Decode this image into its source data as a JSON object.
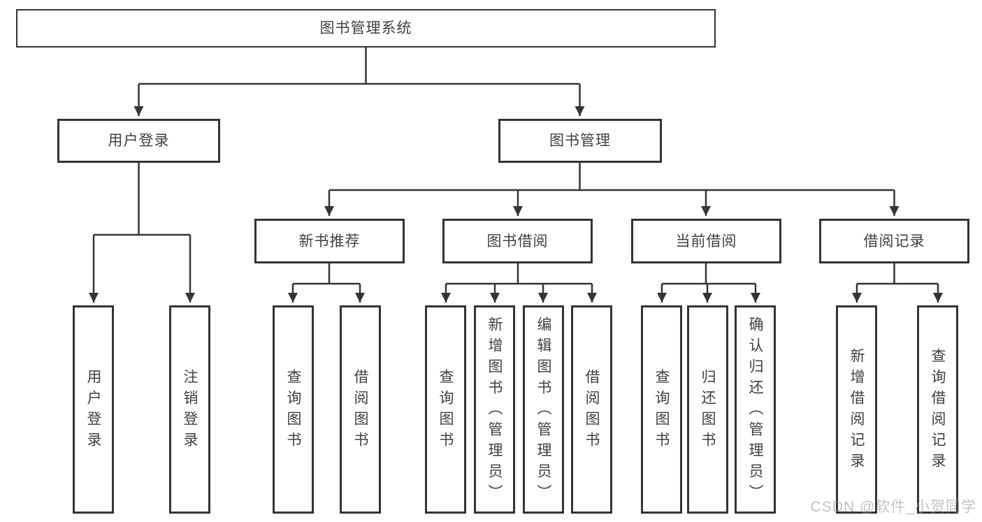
{
  "diagram": {
    "type": "tree",
    "line_color": "#343434",
    "text_color": "#414141",
    "background": "#ffffff"
  },
  "nodes": {
    "root": "图书管理系统",
    "user_login": "用户登录",
    "book_management": "图书管理",
    "new_book_recommend": "新书推荐",
    "book_borrow": "图书借阅",
    "current_borrow": "当前借阅",
    "borrow_records": "借阅记录",
    "ul_user_login": "用户登录",
    "ul_logout": "注销登录",
    "nb_query_book": "查询图书",
    "nb_borrow_book": "借阅图书",
    "bb_query_book": "查询图书",
    "bb_add_book_admin": "新增图书（管理员）",
    "bb_edit_book_admin": "编辑图书（管理员）",
    "bb_borrow_book": "借阅图书",
    "cb_query_book": "查询图书",
    "cb_return_book": "归还图书",
    "cb_confirm_return_admin": "确认归还（管理员）",
    "br_add_record": "新增借阅记录",
    "br_query_record": "查询借阅记录"
  },
  "watermark": "CSDN @软件_小贺同学"
}
